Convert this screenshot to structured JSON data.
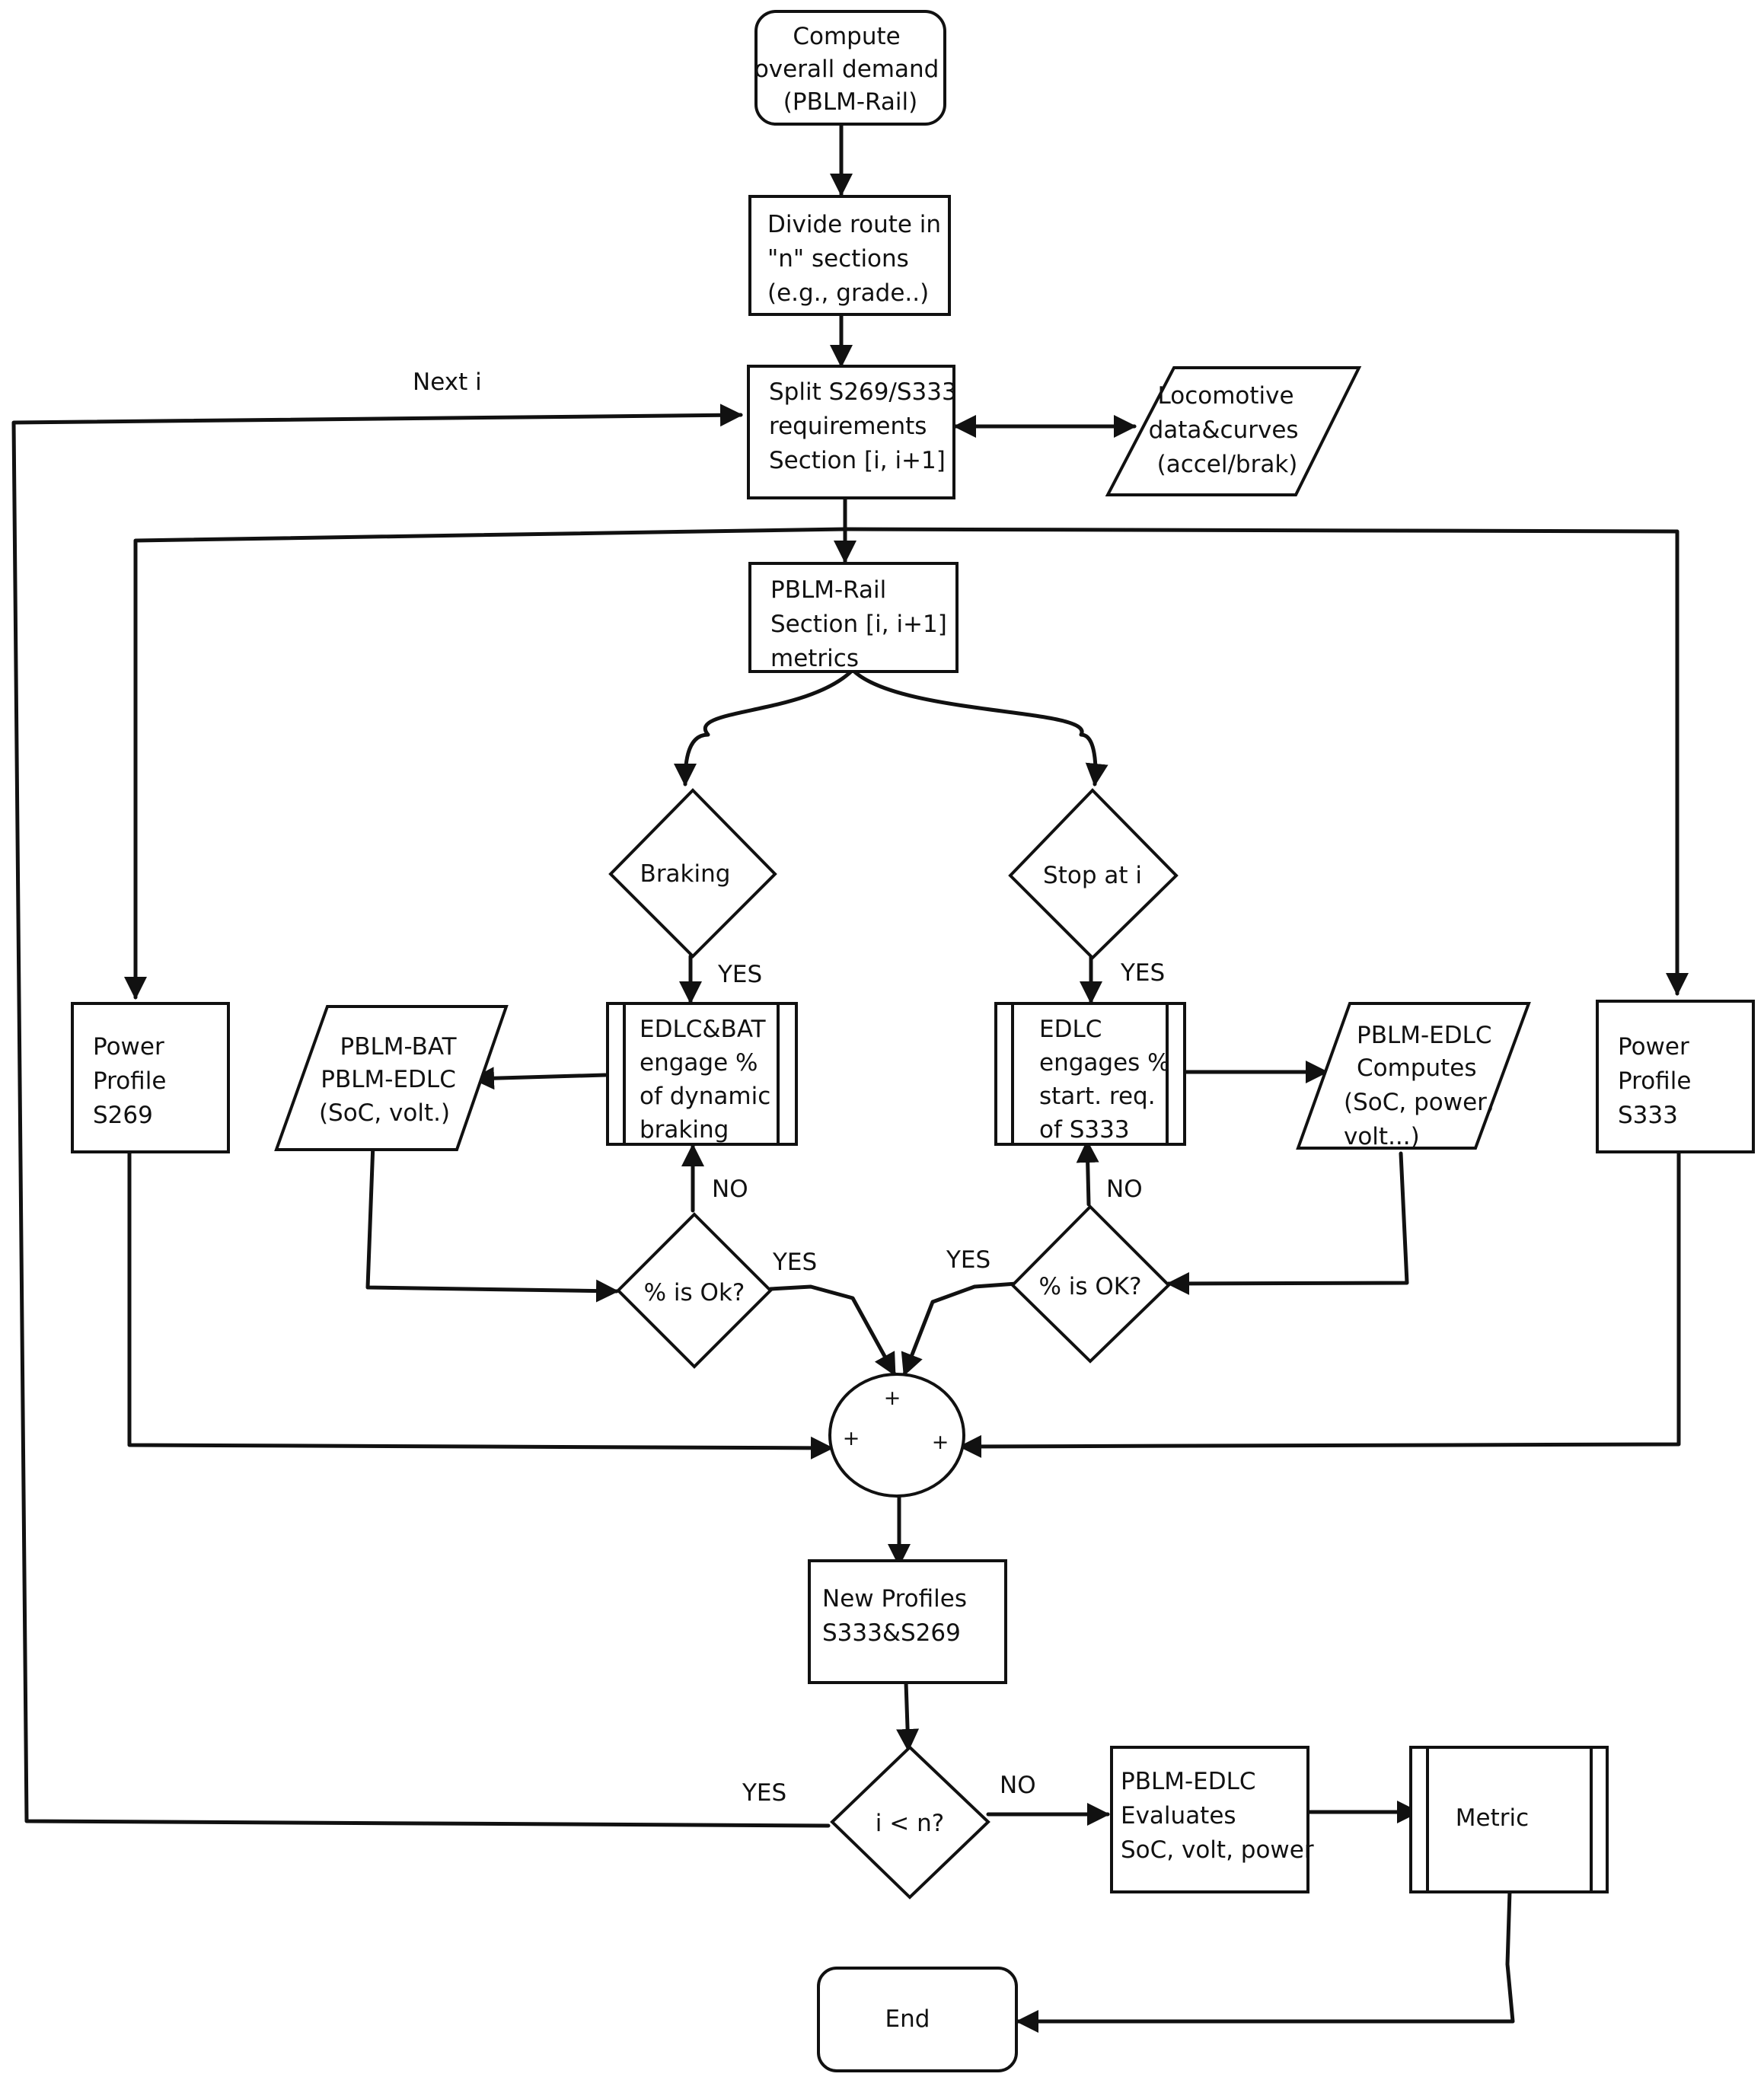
{
  "nodes": {
    "compute": [
      "Compute",
      "overall demand",
      "(PBLM-Rail)"
    ],
    "divide": [
      "Divide route in",
      "\"n\" sections",
      "(e.g., grade..)"
    ],
    "split": [
      "Split S269/S333",
      "requirements",
      "Section [i, i+1]"
    ],
    "locomotive": [
      "Locomotive",
      "data&curves",
      "(accel/brak)"
    ],
    "metrics": [
      "PBLM-Rail",
      "Section [i, i+1]",
      "metrics"
    ],
    "braking": [
      "Braking"
    ],
    "stop": [
      "Stop at i"
    ],
    "power_left": [
      "Power",
      "Profile",
      "S269"
    ],
    "power_right": [
      "Power",
      "Profile",
      "S333"
    ],
    "pblm_bat": [
      "PBLM-BAT",
      "PBLM-EDLC",
      "(SoC, volt.)"
    ],
    "edlc_bat": [
      "EDLC&BAT",
      "engage %",
      "of dynamic",
      "braking"
    ],
    "edlc_engages": [
      "EDLC",
      "engages %",
      "start. req.",
      "of S333"
    ],
    "pblm_edlc_computes": [
      "PBLM-EDLC",
      "Computes",
      "(SoC, power,",
      "volt...)"
    ],
    "pct_ok_left": [
      "% is Ok?"
    ],
    "pct_ok_right": [
      "% is OK?"
    ],
    "new_profiles": [
      "New Profiles",
      "S333&S269"
    ],
    "i_lt_n": [
      "i < n?"
    ],
    "evaluates": [
      "PBLM-EDLC",
      "Evaluates",
      "SoC, volt, power"
    ],
    "metric": [
      "Metric"
    ],
    "end": [
      "End"
    ]
  },
  "edge_labels": {
    "next_i": "Next i",
    "yes_braking": "YES",
    "yes_stop": "YES",
    "no_left": "NO",
    "no_right": "NO",
    "yes_left_ok": "YES",
    "yes_right_ok": "YES",
    "yes_loop": "YES",
    "no_end": "NO"
  },
  "summing_junction": {
    "signs": [
      "+",
      "+",
      "+"
    ]
  }
}
